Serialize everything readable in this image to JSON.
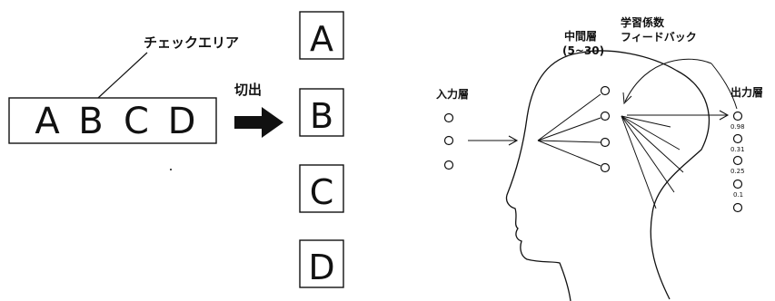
{
  "left": {
    "check_area_label": "チェックエリア",
    "input_letters": [
      "A",
      "B",
      "C",
      "D"
    ],
    "cut_label": "切出",
    "output_letters": [
      "A",
      "B",
      "C",
      "D"
    ]
  },
  "right": {
    "input_layer_label": "入力層",
    "middle_layer_label": "中間層",
    "middle_layer_range": "(5~30)",
    "learning_label_line1": "学習係数",
    "learning_label_line2": "フィードバック",
    "output_layer_label": "出力層",
    "output_values": [
      "0.98",
      "0.31",
      "0.25",
      "0.1"
    ]
  },
  "colors": {
    "ink": "#111111",
    "background": "#ffffff"
  }
}
